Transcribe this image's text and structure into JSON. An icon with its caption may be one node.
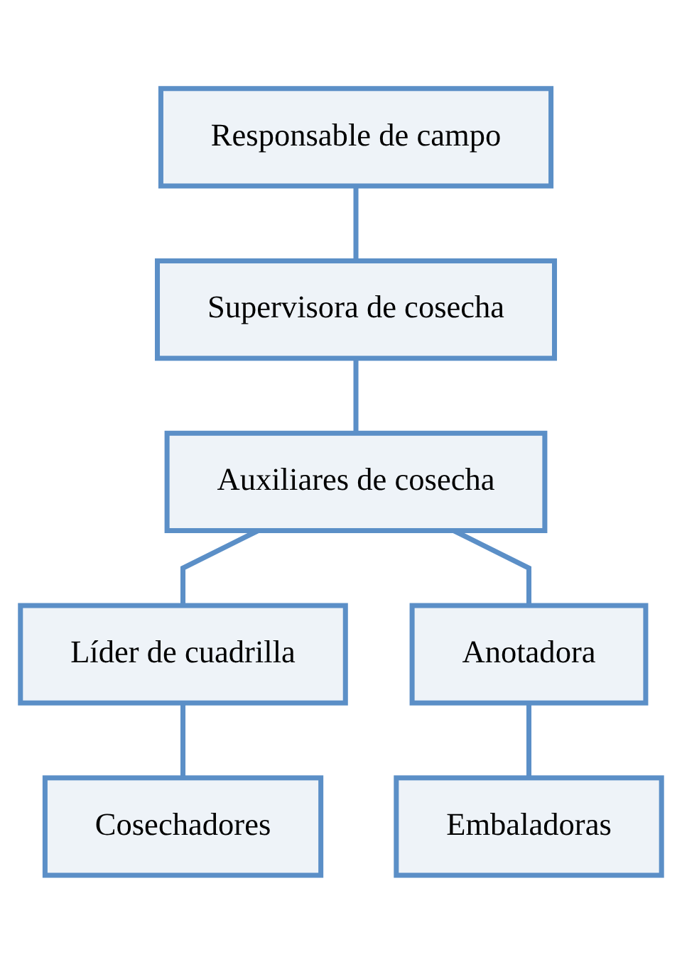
{
  "diagram": {
    "nodes": [
      {
        "text": [
          "Responsable de campo"
        ]
      },
      {
        "text": [
          "Supervisora de cosecha"
        ]
      },
      {
        "text": [
          "Auxiliares de cosecha"
        ]
      },
      {
        "text": [
          "Líder de cuadrilla"
        ]
      },
      {
        "text": [
          "Anotadora"
        ]
      },
      {
        "text": [
          "Cosechadores"
        ]
      },
      {
        "text": [
          "Embaladoras"
        ]
      }
    ],
    "edges": [
      {
        "from": 0,
        "to": 1,
        "arrow": "none"
      },
      {
        "from": 1,
        "to": 2,
        "arrow": "none"
      },
      {
        "from": 2,
        "to": 3,
        "arrow": "none"
      },
      {
        "from": 2,
        "to": 4,
        "arrow": "none"
      },
      {
        "from": 3,
        "to": 5,
        "arrow": "none"
      },
      {
        "from": 4,
        "to": 6,
        "arrow": "none"
      }
    ]
  }
}
